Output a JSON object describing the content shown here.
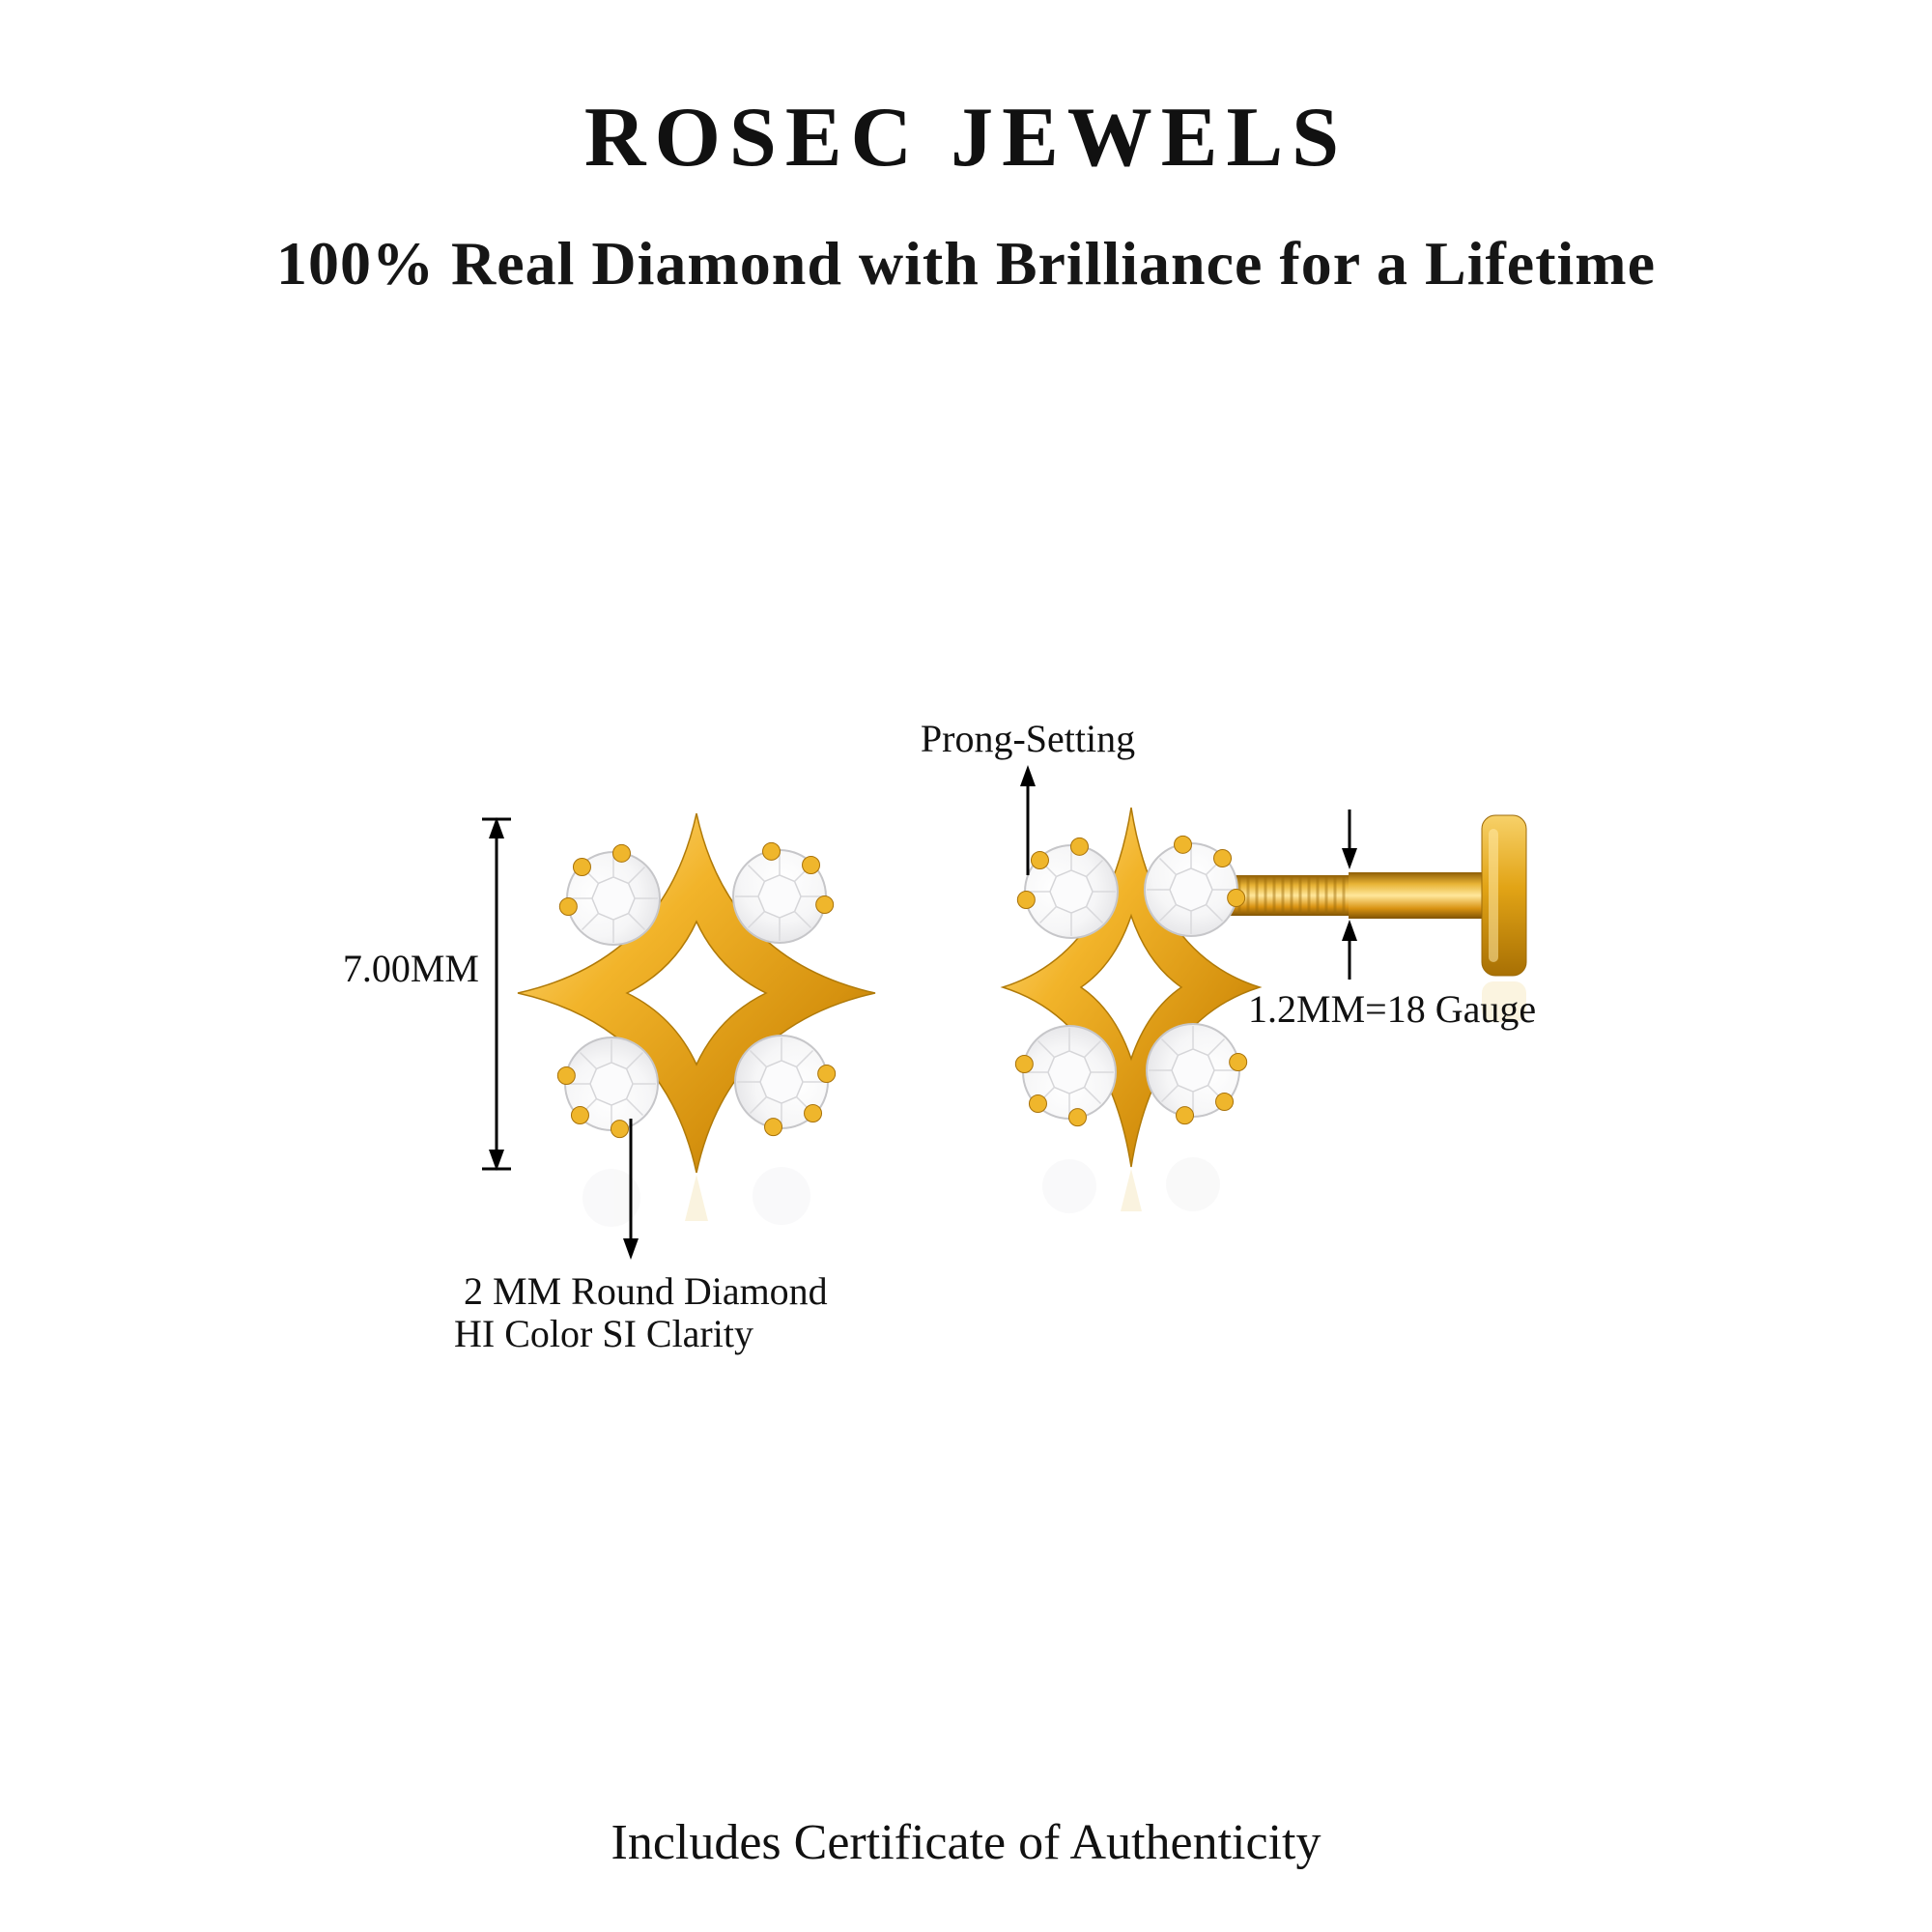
{
  "header": {
    "brand": "ROSEC JEWELS",
    "tagline": "100% Real Diamond with Brilliance for a Lifetime"
  },
  "diagram": {
    "height_label": "7.00MM",
    "prong_label": "Prong-Setting",
    "diamond_label_line1": "2 MM Round Diamond",
    "diamond_label_line2": "HI Color SI Clarity",
    "gauge_label": "1.2MM=18 Gauge"
  },
  "footer": {
    "certificate": "Includes Certificate of Authenticity"
  },
  "colors": {
    "background": "#FFFFFF",
    "text": "#111111",
    "gold_light": "#FFE49A",
    "gold": "#E8A50F",
    "gold_dark": "#A96C06",
    "diamond": "#F6F6F7",
    "diamond_edge": "#C6C6C9"
  }
}
